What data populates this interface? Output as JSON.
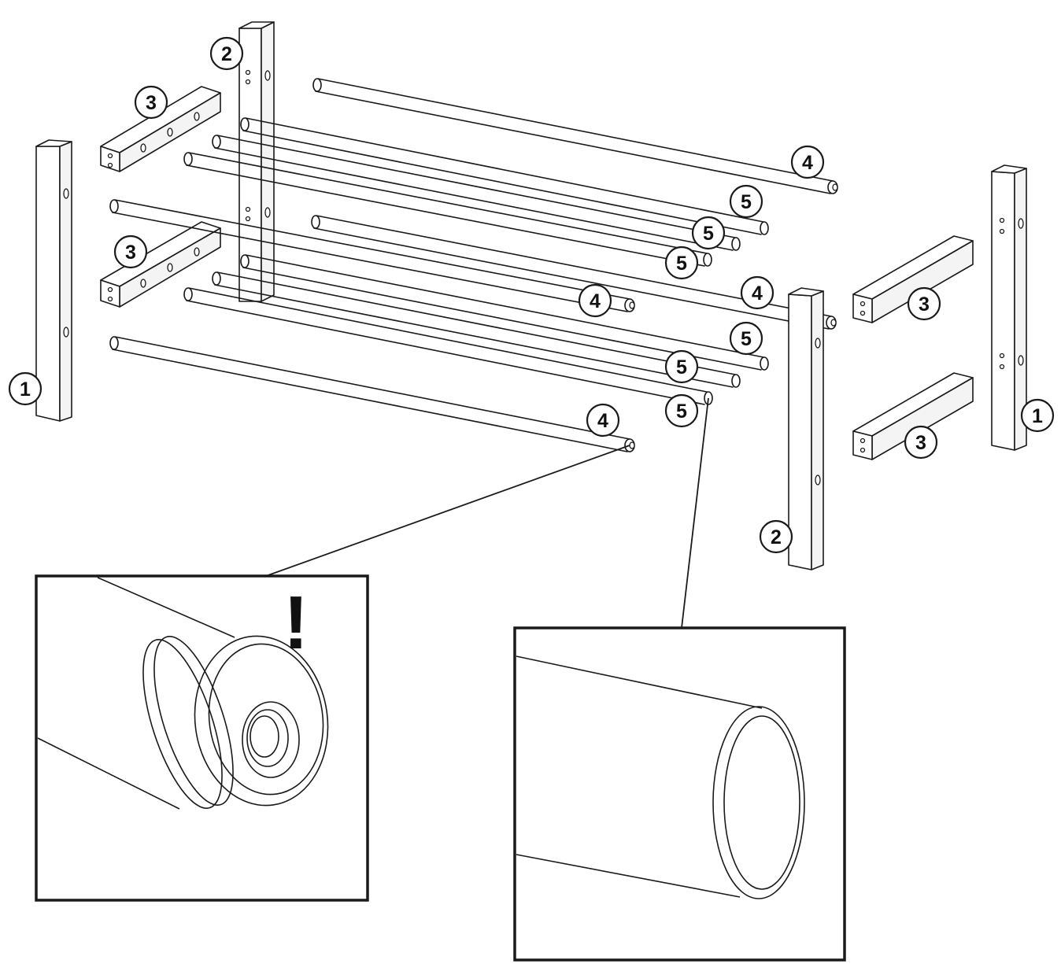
{
  "labels": {
    "part1": "1",
    "part2": "2",
    "part3": "3",
    "part4": "4",
    "part5": "5"
  },
  "detail": {
    "warning_mark": "!"
  }
}
